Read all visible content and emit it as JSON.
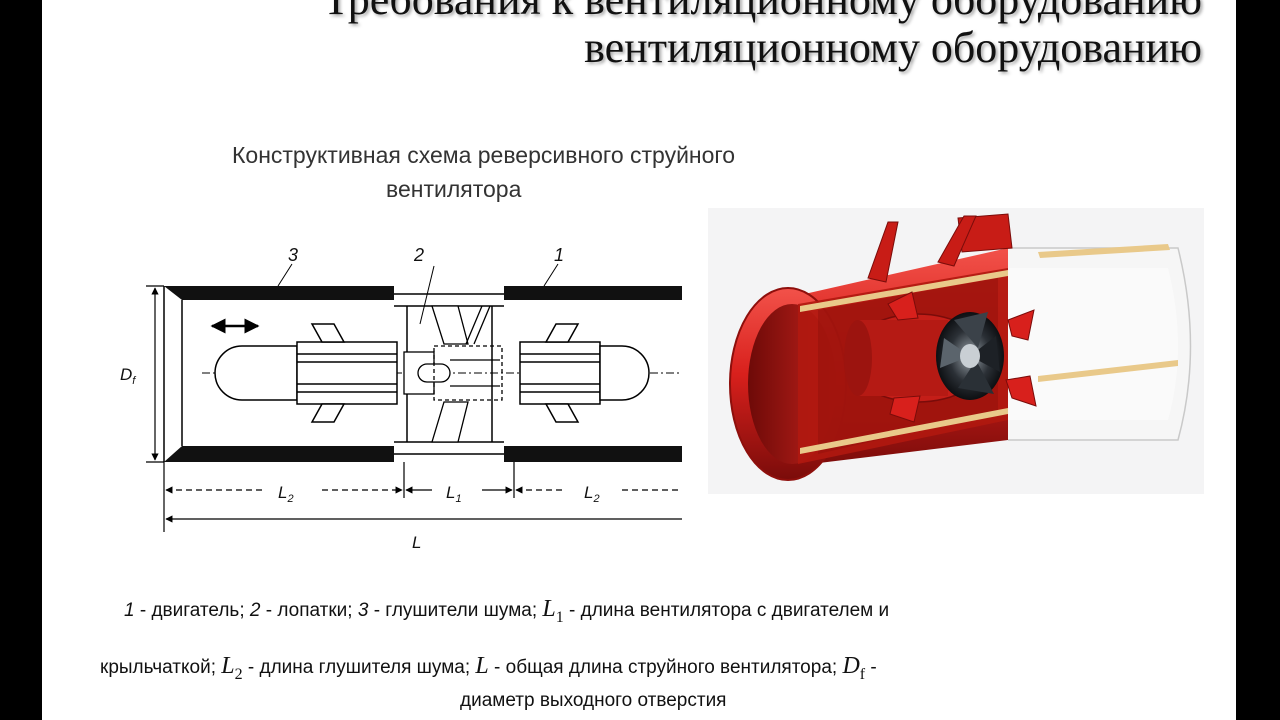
{
  "title": {
    "line_top": "Требования к вентиляционному оборудованию",
    "line_bottom": "вентиляционному оборудованию"
  },
  "subtitle": {
    "line1": "Конструктивная схема реверсивного струйного",
    "line2": "вентилятора"
  },
  "schematic": {
    "labels": {
      "motor": "1",
      "blades": "2",
      "silencer": "3",
      "diameter": "D",
      "diameter_sub": "f",
      "length_l2": "L",
      "length_l2_sub": "2",
      "length_l1": "L",
      "length_l1_sub": "1",
      "length_total": "L"
    }
  },
  "caption": {
    "n1": "1",
    "t1": " - двигатель; ",
    "n2": "2",
    "t2": " - лопатки; ",
    "n3": "3",
    "t3": " - глушители шума; ",
    "l1": "L",
    "l1_sub": "1",
    "t4": " - длина вентилятора с двигателем и",
    "t5": "крыльчаткой; ",
    "l2": "L",
    "l2_sub": "2",
    "t6": " - длина глушителя шума; ",
    "l": "L",
    "t7": " - общая длина струйного вентилятора; ",
    "d": "D",
    "d_sub": "f",
    "t8": " -",
    "t9": "диаметр выходного отверстия"
  },
  "colors": {
    "fan_red": "#d8201c",
    "fan_dark_red": "#8e0f0c",
    "liner_tan": "#e9c98a"
  }
}
